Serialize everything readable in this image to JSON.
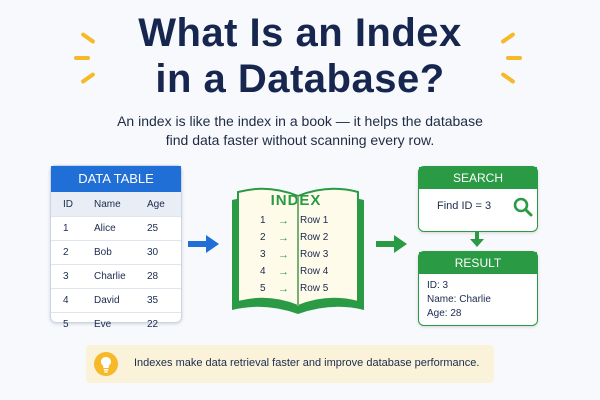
{
  "title_line1": "What Is an Index",
  "title_line2": "in a Database?",
  "subtitle_line1": "An index is like the index in a book — it helps the database",
  "subtitle_line2": "find data faster without scanning every row.",
  "data_table": {
    "header": "DATA TABLE",
    "columns": [
      "ID",
      "Name",
      "Age"
    ],
    "rows": [
      [
        "1",
        "Alice",
        "25"
      ],
      [
        "2",
        "Bob",
        "30"
      ],
      [
        "3",
        "Charlie",
        "28"
      ],
      [
        "4",
        "David",
        "35"
      ],
      [
        "5",
        "Eve",
        "22"
      ]
    ]
  },
  "index_book": {
    "title": "INDEX",
    "entries": [
      {
        "num": "1",
        "arrow": "→",
        "row": "Row 1"
      },
      {
        "num": "2",
        "arrow": "→",
        "row": "Row 2"
      },
      {
        "num": "3",
        "arrow": "→",
        "row": "Row 3"
      },
      {
        "num": "4",
        "arrow": "→",
        "row": "Row 4"
      },
      {
        "num": "5",
        "arrow": "→",
        "row": "Row 5"
      }
    ]
  },
  "search": {
    "header": "SEARCH",
    "query": "Find ID = 3",
    "icon": "search-icon"
  },
  "result": {
    "header": "RESULT",
    "line1": "ID: 3",
    "line2": "Name: Charlie",
    "line3": "Age: 28"
  },
  "tip": {
    "text": "Indexes make data retrieval faster and improve database performance.",
    "icon": "lightbulb-icon"
  },
  "colors": {
    "title": "#16264f",
    "blue_accent": "#1f6fd6",
    "green_accent": "#2a9a44",
    "sparkle": "#f5b92a",
    "tip_bg": "#fbf3d9"
  }
}
